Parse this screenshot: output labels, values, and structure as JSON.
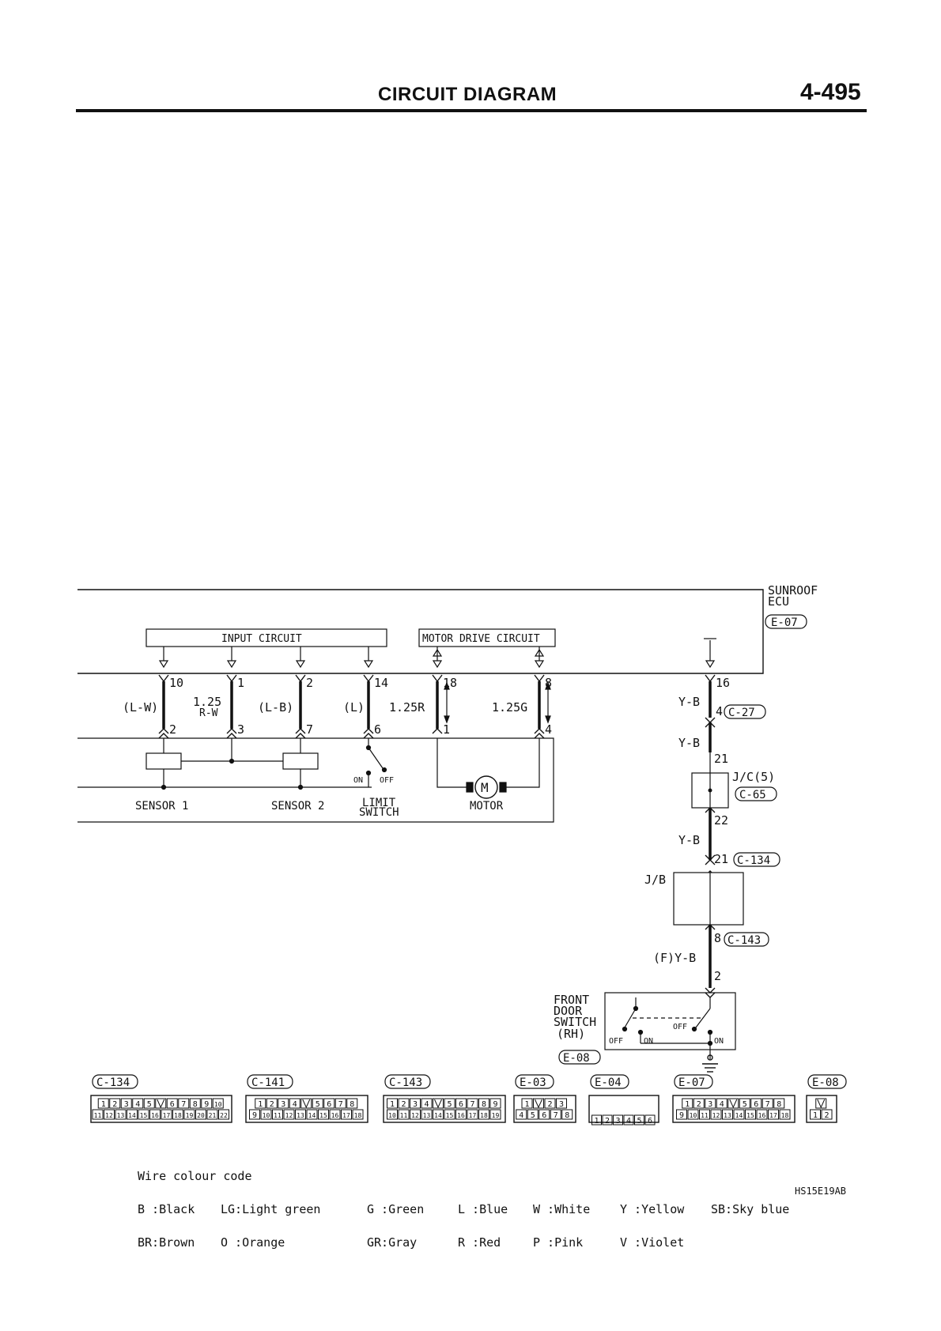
{
  "header": {
    "title": "CIRCUIT DIAGRAM",
    "page": "4-495"
  },
  "ecu": {
    "name_line1": "SUNROOF",
    "name_line2": "ECU",
    "connector": "E-07"
  },
  "blocks": {
    "input_circuit": "INPUT CIRCUIT",
    "motor_drive_circuit": "MOTOR DRIVE CIRCUIT"
  },
  "wires": {
    "w1": {
      "top_pin": "10",
      "bottom_pin": "2",
      "label": "(L-W)"
    },
    "w2": {
      "top_pin": "1",
      "bottom_pin": "3",
      "label_line1": "1.25",
      "label_line2": "R-W"
    },
    "w3": {
      "top_pin": "2",
      "bottom_pin": "7",
      "label": "(L-B)"
    },
    "w4": {
      "top_pin": "14",
      "bottom_pin": "6",
      "label": "(L)"
    },
    "w5": {
      "top_pin": "18",
      "bottom_pin": "1",
      "label": "1.25R"
    },
    "w6": {
      "top_pin": "8",
      "bottom_pin": "4",
      "label": "1.25G"
    },
    "w7": {
      "top_pin": "16",
      "label": "Y-B",
      "pin": "4",
      "connector": "C-27"
    }
  },
  "components": {
    "sensor1": "SENSOR 1",
    "sensor2": "SENSOR 2",
    "limit_switch_line1": "LIMIT",
    "limit_switch_line2": "SWITCH",
    "limit_on": "ON",
    "limit_off": "OFF",
    "motor": "MOTOR",
    "motor_symbol": "M"
  },
  "ground_chain": {
    "yb2": "Y-B",
    "pin21a": "21",
    "jc_name": "J/C(5)",
    "jc_connector": "C-65",
    "pin22": "22",
    "yb3": "Y-B",
    "pin21b": "21",
    "c134": "C-134",
    "jb_name": "J/B",
    "pin8": "8",
    "c143": "C-143",
    "fyb": "(F)Y-B",
    "pin2": "2",
    "door_line1": "FRONT",
    "door_line2": "DOOR",
    "door_line3": "SWITCH",
    "door_line4": "(RH)",
    "door_connector": "E-08",
    "off1": "OFF",
    "on1": "ON",
    "off2": "OFF",
    "on2": "ON"
  },
  "connectors": [
    {
      "name": "C-134",
      "row1": [
        "1",
        "2",
        "3",
        "4",
        "5",
        "",
        "6",
        "7",
        "8",
        "9",
        "10"
      ],
      "row2": [
        "11",
        "12",
        "13",
        "14",
        "15",
        "16",
        "17",
        "18",
        "19",
        "20",
        "21",
        "22"
      ]
    },
    {
      "name": "C-141",
      "row1": [
        "1",
        "2",
        "3",
        "4",
        "",
        "5",
        "6",
        "7",
        "8"
      ],
      "row2": [
        "9",
        "10",
        "11",
        "12",
        "13",
        "14",
        "15",
        "16",
        "17",
        "18"
      ]
    },
    {
      "name": "C-143",
      "row1": [
        "1",
        "2",
        "3",
        "4",
        "",
        "5",
        "6",
        "7",
        "8",
        "9"
      ],
      "row2": [
        "10",
        "11",
        "12",
        "13",
        "14",
        "15",
        "16",
        "17",
        "18",
        "19"
      ]
    },
    {
      "name": "E-03",
      "row1": [
        "1",
        "",
        "2",
        "3"
      ],
      "row2": [
        "4",
        "5",
        "6",
        "7",
        "8"
      ]
    },
    {
      "name": "E-04",
      "row1": [],
      "row2": [
        "1",
        "2",
        "3",
        "4",
        "5",
        "6"
      ]
    },
    {
      "name": "E-07",
      "row1": [
        "1",
        "2",
        "3",
        "4",
        "",
        "5",
        "6",
        "7",
        "8"
      ],
      "row2": [
        "9",
        "10",
        "11",
        "12",
        "13",
        "14",
        "15",
        "16",
        "17",
        "18"
      ]
    },
    {
      "name": "E-08",
      "row1": [
        ""
      ],
      "row2": [
        "1",
        "2"
      ]
    }
  ],
  "legend": {
    "title": "Wire colour code",
    "rows": [
      [
        "B :Black",
        "LG:Light green",
        "G :Green",
        "L :Blue",
        "W :White",
        "Y :Yellow",
        "SB:Sky blue"
      ],
      [
        "BR:Brown",
        "O :Orange",
        "GR:Gray",
        "R :Red",
        "P :Pink",
        "V :Violet",
        ""
      ]
    ]
  },
  "figure_code": "HS15E19AB"
}
